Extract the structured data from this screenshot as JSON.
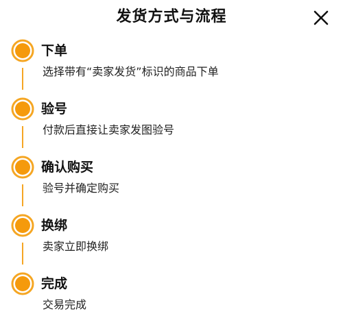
{
  "sheet": {
    "title": "发货方式与流程",
    "close_icon": "close-icon"
  },
  "colors": {
    "accent": "#F59A0C",
    "accent_ring": "#F5A623",
    "text": "#111111"
  },
  "steps": [
    {
      "title": "下单",
      "desc": "选择带有“卖家发货”标识的商品下单"
    },
    {
      "title": "验号",
      "desc": "付款后直接让卖家发图验号"
    },
    {
      "title": "确认购买",
      "desc": "验号并确定购买"
    },
    {
      "title": "换绑",
      "desc": "卖家立即换绑"
    },
    {
      "title": "完成",
      "desc": "交易完成"
    }
  ]
}
